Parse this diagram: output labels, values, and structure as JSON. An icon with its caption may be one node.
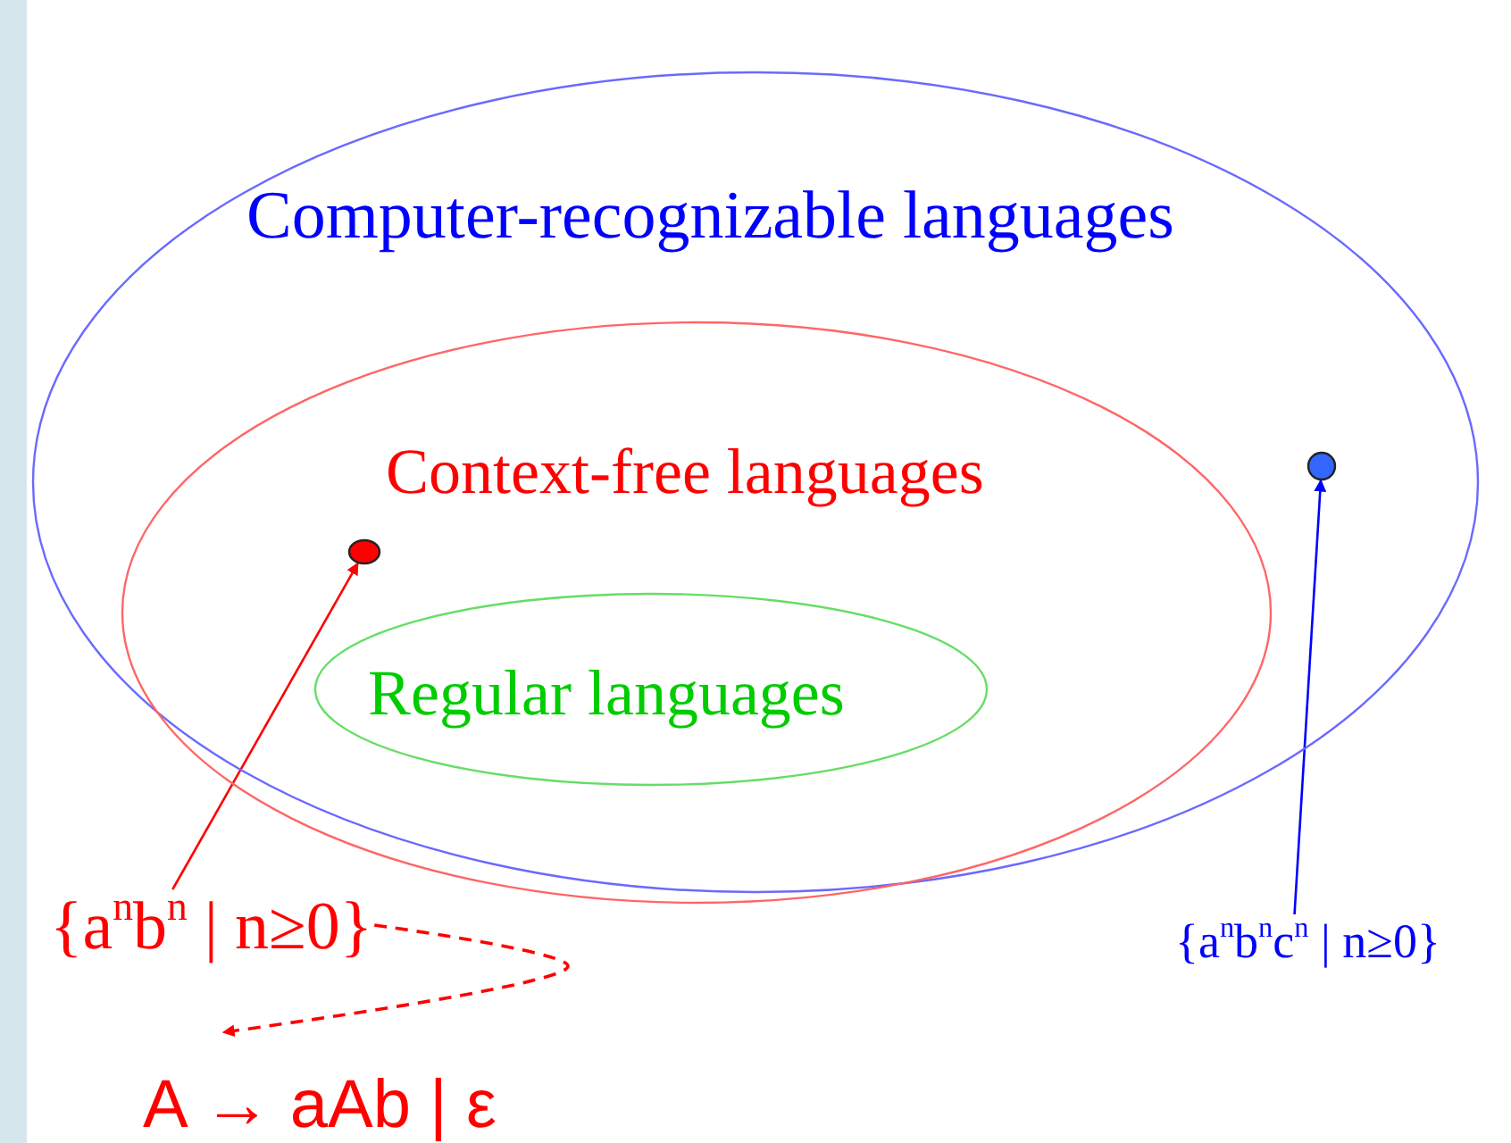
{
  "diagram": {
    "nodes": [
      {
        "text": [
          "Computer-recognizable languages"
        ]
      },
      {
        "text": [
          "Context-free languages"
        ],
        "in": 0
      },
      {
        "text": [
          "Regular languages"
        ],
        "in": 1
      },
      {
        "text": [],
        "shape": "circle",
        "in": 1
      },
      {
        "text": [],
        "shape": "circle",
        "in": 0
      },
      {
        "text": [
          "{a$^{n}$b$^{n}$ | n≥0}"
        ]
      },
      {
        "text": [
          "{a$^{n}$b$^{n}$c$^{n}$ | n≥0}"
        ]
      },
      {
        "text": [
          "A → aAb | ε"
        ]
      }
    ],
    "edges": [
      {
        "from": 5,
        "to": 3,
        "arrow": "to"
      },
      {
        "from": 6,
        "to": 4,
        "arrow": "to",
        "color": "#0000ff"
      },
      {
        "from": 5,
        "to": 7,
        "arrow": "to",
        "style": "dashed"
      }
    ]
  }
}
